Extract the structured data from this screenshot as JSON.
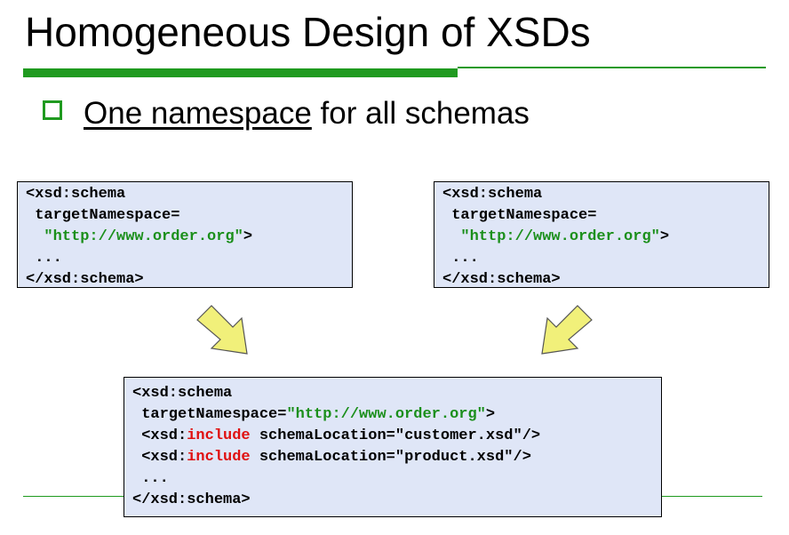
{
  "slide": {
    "title": "Homogeneous Design of XSDs",
    "bullet": {
      "underlined": "One namespace",
      "rest": " for all schemas"
    }
  },
  "code_left": {
    "l1": "<xsd:schema",
    "l2": " targetNamespace=",
    "l3_pre": "  ",
    "l3_str": "\"http://www.order.org\"",
    "l3_post": ">",
    "l4": " ...",
    "l5": "</xsd:schema>"
  },
  "code_right": {
    "l1": "<xsd:schema",
    "l2": " targetNamespace=",
    "l3_pre": "  ",
    "l3_str": "\"http://www.order.org\"",
    "l3_post": ">",
    "l4": " ...",
    "l5": "</xsd:schema>"
  },
  "code_bottom": {
    "l1": "<xsd:schema",
    "l2_pre": " targetNamespace=",
    "l2_str": "\"http://www.order.org\"",
    "l2_post": ">",
    "l3_pre": " <xsd:",
    "l3_kw": "include",
    "l3_post": " schemaLocation=\"customer.xsd\"/>",
    "l4_pre": " <xsd:",
    "l4_kw": "include",
    "l4_post": " schemaLocation=\"product.xsd\"/>",
    "l5": " ...",
    "l6": "</xsd:schema>"
  },
  "colors": {
    "accent_green": "#1f9a1f",
    "code_bg": "#dfe6f7",
    "arrow_fill": "#f1f07a",
    "keyword_red": "#e01010"
  },
  "icons": {
    "bullet": "square-bullet-icon",
    "arrow_left": "arrow-down-right-icon",
    "arrow_right": "arrow-down-left-icon"
  }
}
